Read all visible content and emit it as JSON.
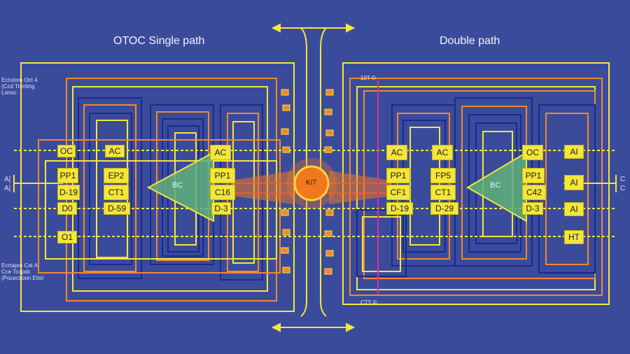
{
  "titles": {
    "left": "OTOC Single path",
    "right": "Double path"
  },
  "notes": {
    "left_top": "Ecrutoro Oct 4\n(Ccd Trcnting\nLonoc",
    "left_bottom": "Ecrtapro Cat A\nCce Tcopdc\n(Pocectioon Eitel",
    "left_mid": "A|\nA|",
    "right_mid": "C\nC",
    "right_top": "10T ©",
    "right_bottom": "CTT ©"
  },
  "center": {
    "core_label": "K/7"
  },
  "triangles": {
    "left": "BC",
    "right": "BC"
  },
  "blocks": [
    {
      "key": "l_oc",
      "text": "OC"
    },
    {
      "key": "l_pp1",
      "text": "PP1"
    },
    {
      "key": "l_d19",
      "text": "D-19"
    },
    {
      "key": "l_d0",
      "text": "D0"
    },
    {
      "key": "l_o1",
      "text": "O1"
    },
    {
      "key": "l_ac",
      "text": "AC"
    },
    {
      "key": "l_ep2",
      "text": "EP2"
    },
    {
      "key": "l_ct1",
      "text": "CT1"
    },
    {
      "key": "l_d59",
      "text": "D-59"
    },
    {
      "key": "l_ac2",
      "text": "AC"
    },
    {
      "key": "l_pp1b",
      "text": "PP1"
    },
    {
      "key": "l_c16",
      "text": "C16"
    },
    {
      "key": "l_d3",
      "text": "D-3"
    },
    {
      "key": "r_ac",
      "text": "AC"
    },
    {
      "key": "r_pp1",
      "text": "PP1"
    },
    {
      "key": "r_cf1",
      "text": "CF1"
    },
    {
      "key": "r_d19",
      "text": "D-19"
    },
    {
      "key": "r_ac2",
      "text": "AC"
    },
    {
      "key": "r_fp5",
      "text": "FP5"
    },
    {
      "key": "r_ct1",
      "text": "CT1"
    },
    {
      "key": "r_d29",
      "text": "D-29"
    },
    {
      "key": "r_oc",
      "text": "OC"
    },
    {
      "key": "r_pp1b",
      "text": "PP1"
    },
    {
      "key": "r_c42",
      "text": "C42"
    },
    {
      "key": "r_d3",
      "text": "D-3"
    },
    {
      "key": "r_ai",
      "text": "AI"
    },
    {
      "key": "r_ai2",
      "text": "AI"
    },
    {
      "key": "r_ai3",
      "text": "AI"
    },
    {
      "key": "r_ht",
      "text": "HT"
    }
  ],
  "colors": {
    "background": "#3b4b9c",
    "yellow": "#f4e63a",
    "orange": "#f08a28",
    "blue_wire": "#1a2a8a",
    "core": "#f07820",
    "triangle": "#5fb07a"
  }
}
